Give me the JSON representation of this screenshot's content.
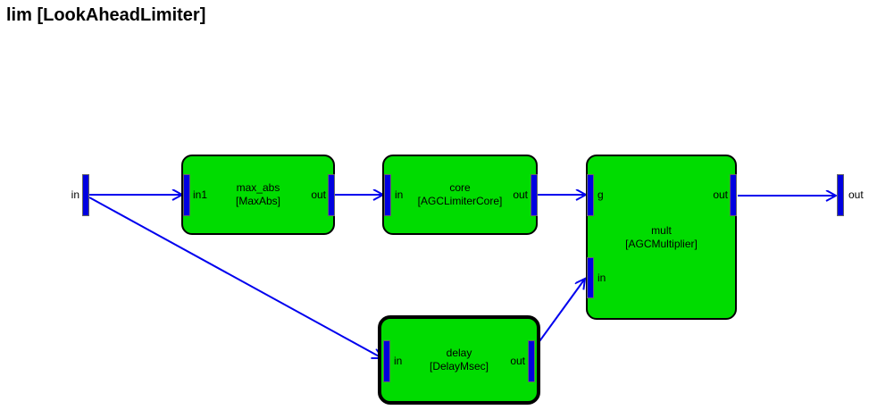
{
  "title": "lim [LookAheadLimiter]",
  "colors": {
    "background": "#ffffff",
    "block_fill": "#00dc00",
    "block_border": "#000000",
    "port_fill": "#0000e0",
    "port_border": "#666666",
    "wire": "#0000ee",
    "text": "#000000"
  },
  "terminals": {
    "input_label": "in",
    "output_label": "out"
  },
  "blocks": [
    {
      "name": "max_abs",
      "type": "[MaxAbs]",
      "selected": false,
      "ports": {
        "left": "in1",
        "right": "out"
      }
    },
    {
      "name": "core",
      "type": "[AGCLimiterCore]",
      "selected": false,
      "ports": {
        "left": "in",
        "right": "out"
      }
    },
    {
      "name": "mult",
      "type": "[AGCMultiplier]",
      "selected": false,
      "ports": {
        "g": "g",
        "in": "in",
        "out": "out"
      }
    },
    {
      "name": "delay",
      "type": "[DelayMsec]",
      "selected": true,
      "ports": {
        "left": "in",
        "right": "out"
      }
    }
  ],
  "connections": [
    {
      "from": "in",
      "to": "max_abs.in1"
    },
    {
      "from": "in",
      "to": "delay.in"
    },
    {
      "from": "max_abs.out",
      "to": "core.in"
    },
    {
      "from": "core.out",
      "to": "mult.g"
    },
    {
      "from": "delay.out",
      "to": "mult.in"
    },
    {
      "from": "mult.out",
      "to": "out"
    }
  ]
}
